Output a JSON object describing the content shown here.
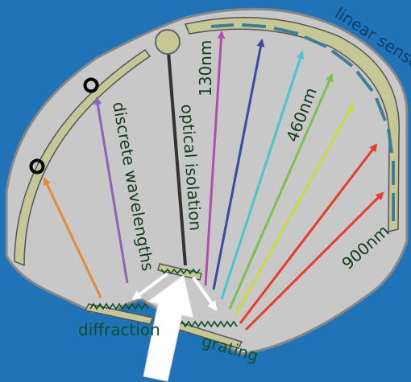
{
  "background": "#1f73b6",
  "labels": {
    "linear_sensors": "linear sensors",
    "nm_130": "130nm",
    "nm_460": "460nm",
    "nm_900": "900nm",
    "optical_isolation": "optical isolation",
    "discrete_wavelengths": "discrete wavelengths",
    "diffraction": "diffraction",
    "grating": "grating"
  },
  "colors": {
    "body_fill": "#c8c8c8",
    "body_stroke": "#878787",
    "sensor_rail": "#c6c797",
    "sensor_segment": "#3e7f95",
    "text_dark": "#0f4f2b",
    "orange": "#e08a3a",
    "violet": "#8a65b8",
    "magenta": "#b04fae",
    "indigo": "#3a4aa0",
    "cyan": "#48c4d3",
    "green": "#7cc04d",
    "yellow": "#c9db3d",
    "red": "#e63c2a",
    "white": "#ffffff"
  },
  "icons": [
    "ring-marker-icon",
    "arrow-icon",
    "pivot-icon"
  ]
}
